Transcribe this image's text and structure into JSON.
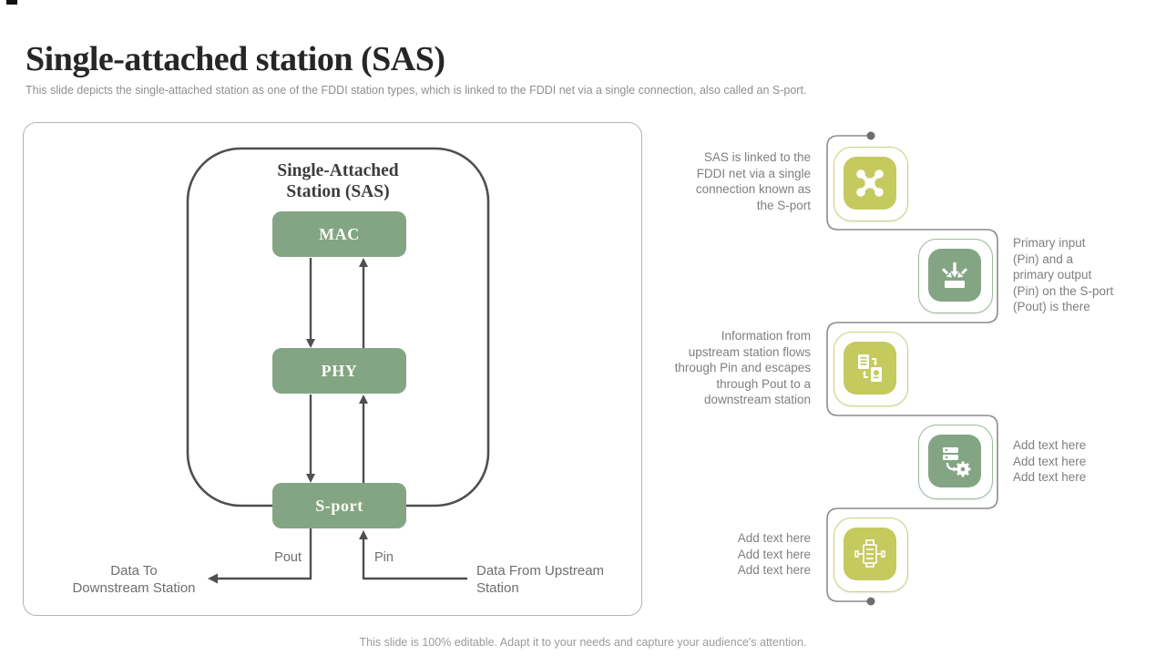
{
  "slide": {
    "title": "Single-attached station (SAS)",
    "subtitle": "This slide depicts the single-attached station as one of the FDDI station types, which is linked to the FDDI net via a single connection, also called an S-port.",
    "footer": "This slide is 100% editable. Adapt it to your needs and capture your audience's attention."
  },
  "colors": {
    "sage_green": "#83a583",
    "lime_green": "#c5ca5e",
    "diagram_line": "#4f4f4f",
    "connector_gray": "#8c8c8c",
    "body_text_gray": "#7f7f7f"
  },
  "diagram": {
    "title_line1": "Single-Attached",
    "title_line2": "Station (SAS)",
    "box_mac": "MAC",
    "box_phy": "PHY",
    "box_sport": "S-port",
    "label_pout": "Pout",
    "label_pin": "Pin",
    "data_to_line1": "Data To",
    "data_to_line2": "Downstream Station",
    "data_from_line1": "Data From Upstream",
    "data_from_line2": "Station"
  },
  "timeline": {
    "items": [
      {
        "icon": "network-nodes-icon",
        "color": "lime",
        "lines": [
          "SAS is linked to the",
          "FDDI net via a single",
          "connection known as",
          "the S-port"
        ]
      },
      {
        "icon": "inbox-arrows-icon",
        "color": "green",
        "lines": [
          "Primary input",
          "(Pin) and a",
          "primary output",
          "(Pin) on the S-port",
          "(Pout) is there"
        ]
      },
      {
        "icon": "data-exchange-icon",
        "color": "lime",
        "lines": [
          "Information from",
          "upstream station flows",
          "through Pin and escapes",
          "through Pout to a",
          "downstream station"
        ]
      },
      {
        "icon": "process-gear-icon",
        "color": "green",
        "lines": [
          "Add text here",
          "Add text here",
          "Add text here"
        ]
      },
      {
        "icon": "machine-icon",
        "color": "lime",
        "lines": [
          "Add text here",
          "Add text here",
          "Add text here"
        ]
      }
    ]
  }
}
